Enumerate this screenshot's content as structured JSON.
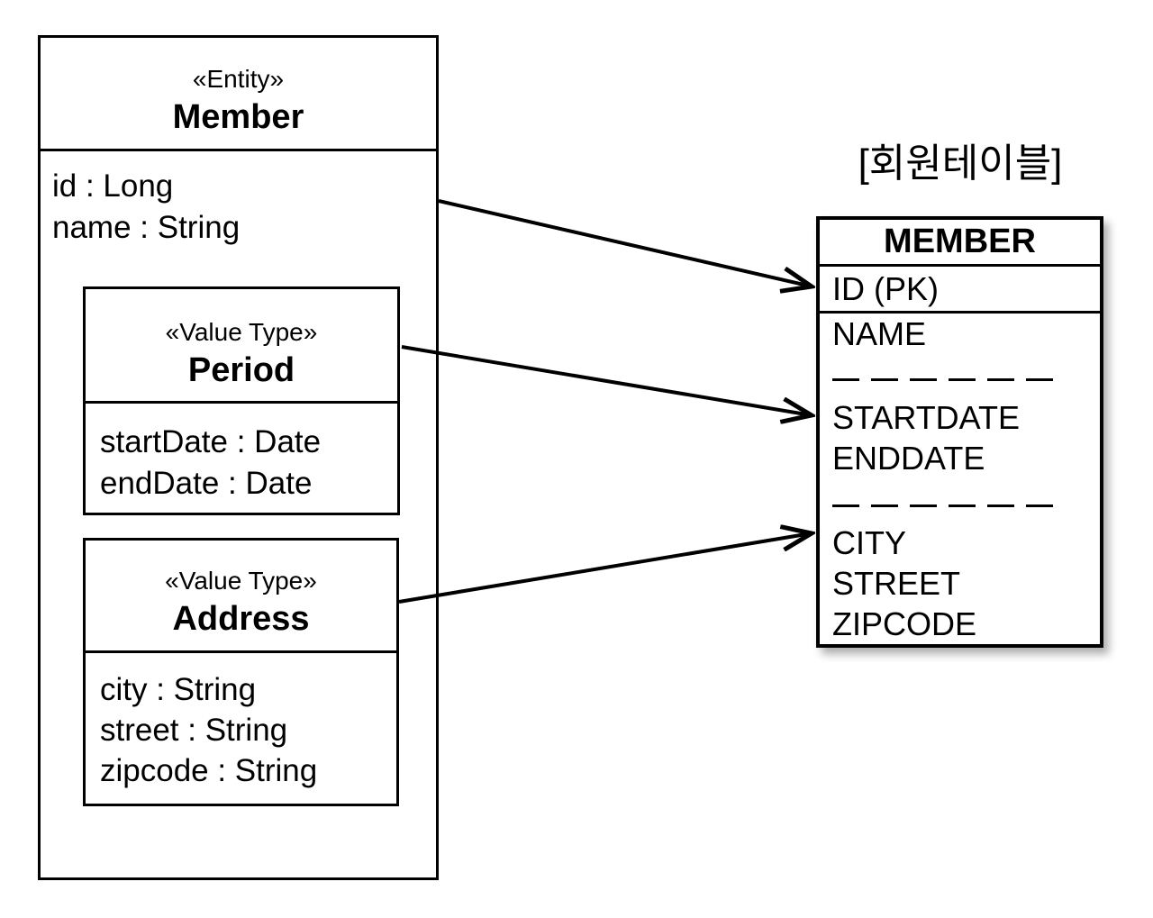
{
  "colors": {
    "line": "#000000",
    "background": "#ffffff"
  },
  "entity": {
    "stereotype": "«Entity»",
    "name": "Member",
    "attributes": [
      "id : Long",
      "name : String"
    ]
  },
  "value_types": [
    {
      "stereotype": "«Value Type»",
      "name": "Period",
      "attributes": [
        "startDate : Date",
        "endDate : Date"
      ]
    },
    {
      "stereotype": "«Value Type»",
      "name": "Address",
      "attributes": [
        "city : String",
        "street : String",
        "zipcode : String"
      ]
    }
  ],
  "db_table": {
    "caption": "[회원테이블]",
    "name": "MEMBER",
    "primary_key": "ID (PK)",
    "column_groups": [
      [
        "NAME"
      ],
      [
        "STARTDATE",
        "ENDDATE"
      ],
      [
        "CITY",
        "STREET",
        "ZIPCODE"
      ]
    ]
  },
  "mappings": [
    {
      "from": "Member",
      "to": "ID (PK)"
    },
    {
      "from": "Period",
      "to": "STARTDATE / ENDDATE"
    },
    {
      "from": "Address",
      "to": "CITY / STREET / ZIPCODE"
    }
  ]
}
